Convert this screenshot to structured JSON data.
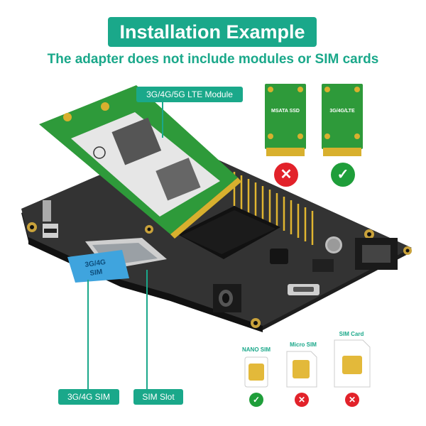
{
  "header": {
    "title": "Installation Example",
    "subtitle": "The adapter does not include modules or SIM cards"
  },
  "callouts": {
    "module": "3G/4G/5G LTE Module",
    "sim_card": "3G/4G SIM",
    "sim_slot": "SIM Slot"
  },
  "compat_cards": [
    {
      "label": "MSATA SSD",
      "status": "incompatible"
    },
    {
      "label": "3G/4G/LTE",
      "status": "compatible"
    }
  ],
  "sim_sizes": [
    {
      "label": "NANO SIM",
      "status": "compatible"
    },
    {
      "label": "Micro SIM",
      "status": "incompatible"
    },
    {
      "label": "SIM Card",
      "status": "incompatible"
    }
  ],
  "sim_card_print": "3G/4G\nSIM",
  "colors": {
    "accent": "#1aa88a",
    "ok": "#1f9e3a",
    "bad": "#e2222a",
    "pcb": "#2a2a2a",
    "module_card": "#2e9a3a",
    "sim_blue": "#3fa4de"
  },
  "icons": {
    "ok": "check-circle-icon",
    "bad": "x-circle-icon"
  }
}
